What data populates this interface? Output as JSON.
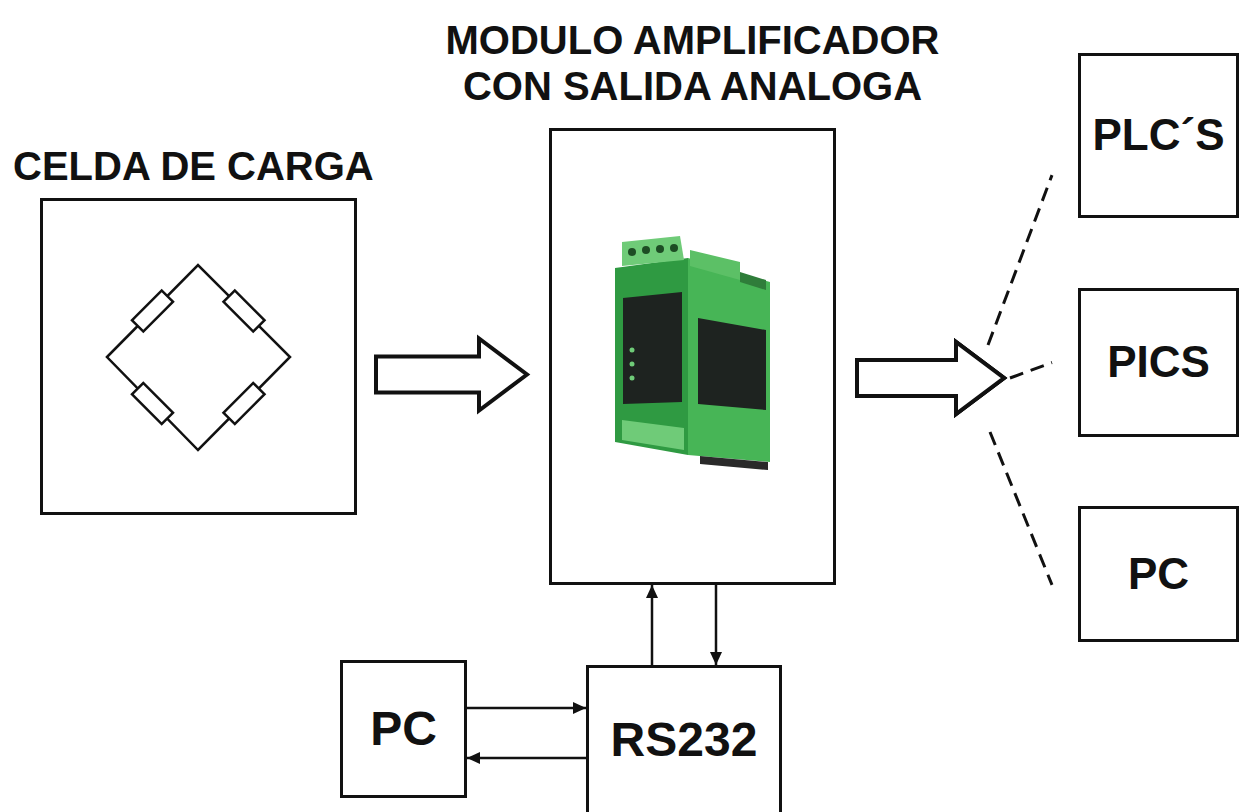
{
  "diagram": {
    "nodes": [
      {
        "text": [
          "CELDA DE CARGA"
        ]
      },
      {
        "text": [
          "MODULO AMPLIFICADOR CON SALIDA ANALOGA"
        ]
      },
      {
        "text": [
          "PLC´S"
        ]
      },
      {
        "text": [
          "PICS"
        ]
      },
      {
        "text": [
          "PC"
        ]
      },
      {
        "text": [
          "PC"
        ]
      },
      {
        "text": [
          "RS232"
        ]
      }
    ],
    "edges": [
      {
        "from": 0,
        "to": 1,
        "arrow": "to"
      },
      {
        "from": 1,
        "to": 2,
        "arrow": "to"
      },
      {
        "from": 1,
        "to": 3,
        "arrow": "to"
      },
      {
        "from": 1,
        "to": 4,
        "arrow": "to"
      },
      {
        "from": 6,
        "to": 1,
        "arrow": "to"
      },
      {
        "from": 1,
        "to": 6,
        "arrow": "to"
      },
      {
        "from": 5,
        "to": 6,
        "arrow": "to"
      },
      {
        "from": 6,
        "to": 5,
        "arrow": "to"
      }
    ]
  }
}
